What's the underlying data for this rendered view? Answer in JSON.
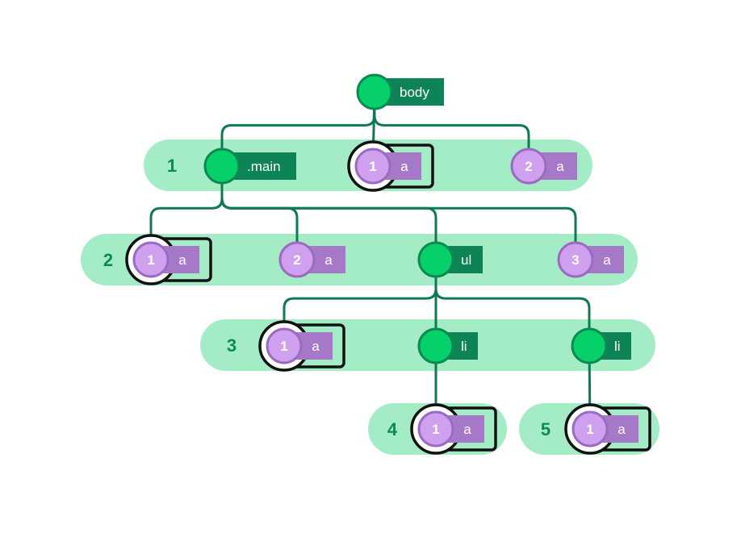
{
  "colors": {
    "row_band": "#a3ecc6",
    "row_number": "#0d8a52",
    "edge": "#0f7a52",
    "element_fill": "#06d06a",
    "element_stroke": "#0d8a52",
    "element_tag": "#0d8356",
    "anchor_fill": "#cfa0ee",
    "anchor_stroke": "#9b6bc4",
    "anchor_tag": "#a679c8",
    "highlight_outline": "#111111",
    "node_text": "#ffffff"
  },
  "rows": [
    {
      "id": "r1",
      "label": "1"
    },
    {
      "id": "r2",
      "label": "2"
    },
    {
      "id": "r3",
      "label": "3"
    },
    {
      "id": "r4",
      "label": "4"
    },
    {
      "id": "r5",
      "label": "5"
    }
  ],
  "nodes": [
    {
      "id": "body",
      "kind": "element",
      "tag": "body"
    },
    {
      "id": "main",
      "kind": "element",
      "tag": ".main",
      "parent": "body"
    },
    {
      "id": "a1",
      "kind": "anchor",
      "tag": "a",
      "index": "1",
      "parent": "body",
      "highlighted": true
    },
    {
      "id": "a2",
      "kind": "anchor",
      "tag": "a",
      "index": "2",
      "parent": "body",
      "highlighted": false
    },
    {
      "id": "m1",
      "kind": "anchor",
      "tag": "a",
      "index": "1",
      "parent": "main",
      "highlighted": true
    },
    {
      "id": "m2",
      "kind": "anchor",
      "tag": "a",
      "index": "2",
      "parent": "main",
      "highlighted": false
    },
    {
      "id": "ul",
      "kind": "element",
      "tag": "ul",
      "parent": "main"
    },
    {
      "id": "m3",
      "kind": "anchor",
      "tag": "a",
      "index": "3",
      "parent": "main",
      "highlighted": false
    },
    {
      "id": "u1",
      "kind": "anchor",
      "tag": "a",
      "index": "1",
      "parent": "ul",
      "highlighted": true
    },
    {
      "id": "li1",
      "kind": "element",
      "tag": "li",
      "parent": "ul"
    },
    {
      "id": "li2",
      "kind": "element",
      "tag": "li",
      "parent": "ul"
    },
    {
      "id": "l1",
      "kind": "anchor",
      "tag": "a",
      "index": "1",
      "parent": "li1",
      "highlighted": true
    },
    {
      "id": "l2",
      "kind": "anchor",
      "tag": "a",
      "index": "1",
      "parent": "li2",
      "highlighted": true
    }
  ]
}
